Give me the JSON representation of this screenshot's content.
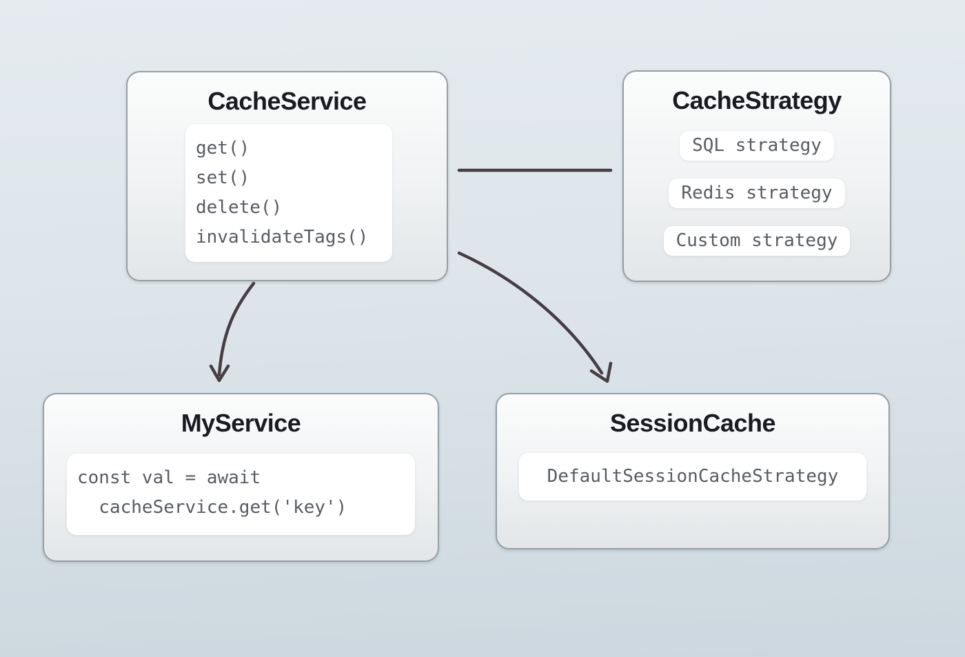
{
  "colors": {
    "arrow": "#473c41",
    "bg_top": "#e5ebef",
    "bg_bottom": "#ccd7df",
    "node_border": "#949ea5",
    "title_text": "#1a1b21",
    "code_text": "#575c63",
    "card_bg": "#ffffff"
  },
  "nodes": [
    {
      "title": "CacheService",
      "code_lines": [
        "get()",
        "set()",
        "delete()",
        "invalidateTags()"
      ]
    },
    {
      "title": "CacheStrategy",
      "pills": [
        "SQL strategy",
        "Redis strategy",
        "Custom strategy"
      ]
    },
    {
      "title": "MyService",
      "code_lines": [
        "const val = await",
        "  cacheService.get('key')"
      ]
    },
    {
      "title": "SessionCache",
      "pills": [
        "DefaultSessionCacheStrategy"
      ]
    }
  ],
  "edges": [
    {
      "from": "CacheService",
      "to": "CacheStrategy",
      "type": "straight line",
      "arrowhead": "none"
    },
    {
      "from": "CacheService",
      "to": "MyService",
      "type": "curved arrow",
      "arrowhead": "chevron"
    },
    {
      "from": "CacheService",
      "to": "SessionCache",
      "type": "curved arrow",
      "arrowhead": "chevron"
    }
  ]
}
